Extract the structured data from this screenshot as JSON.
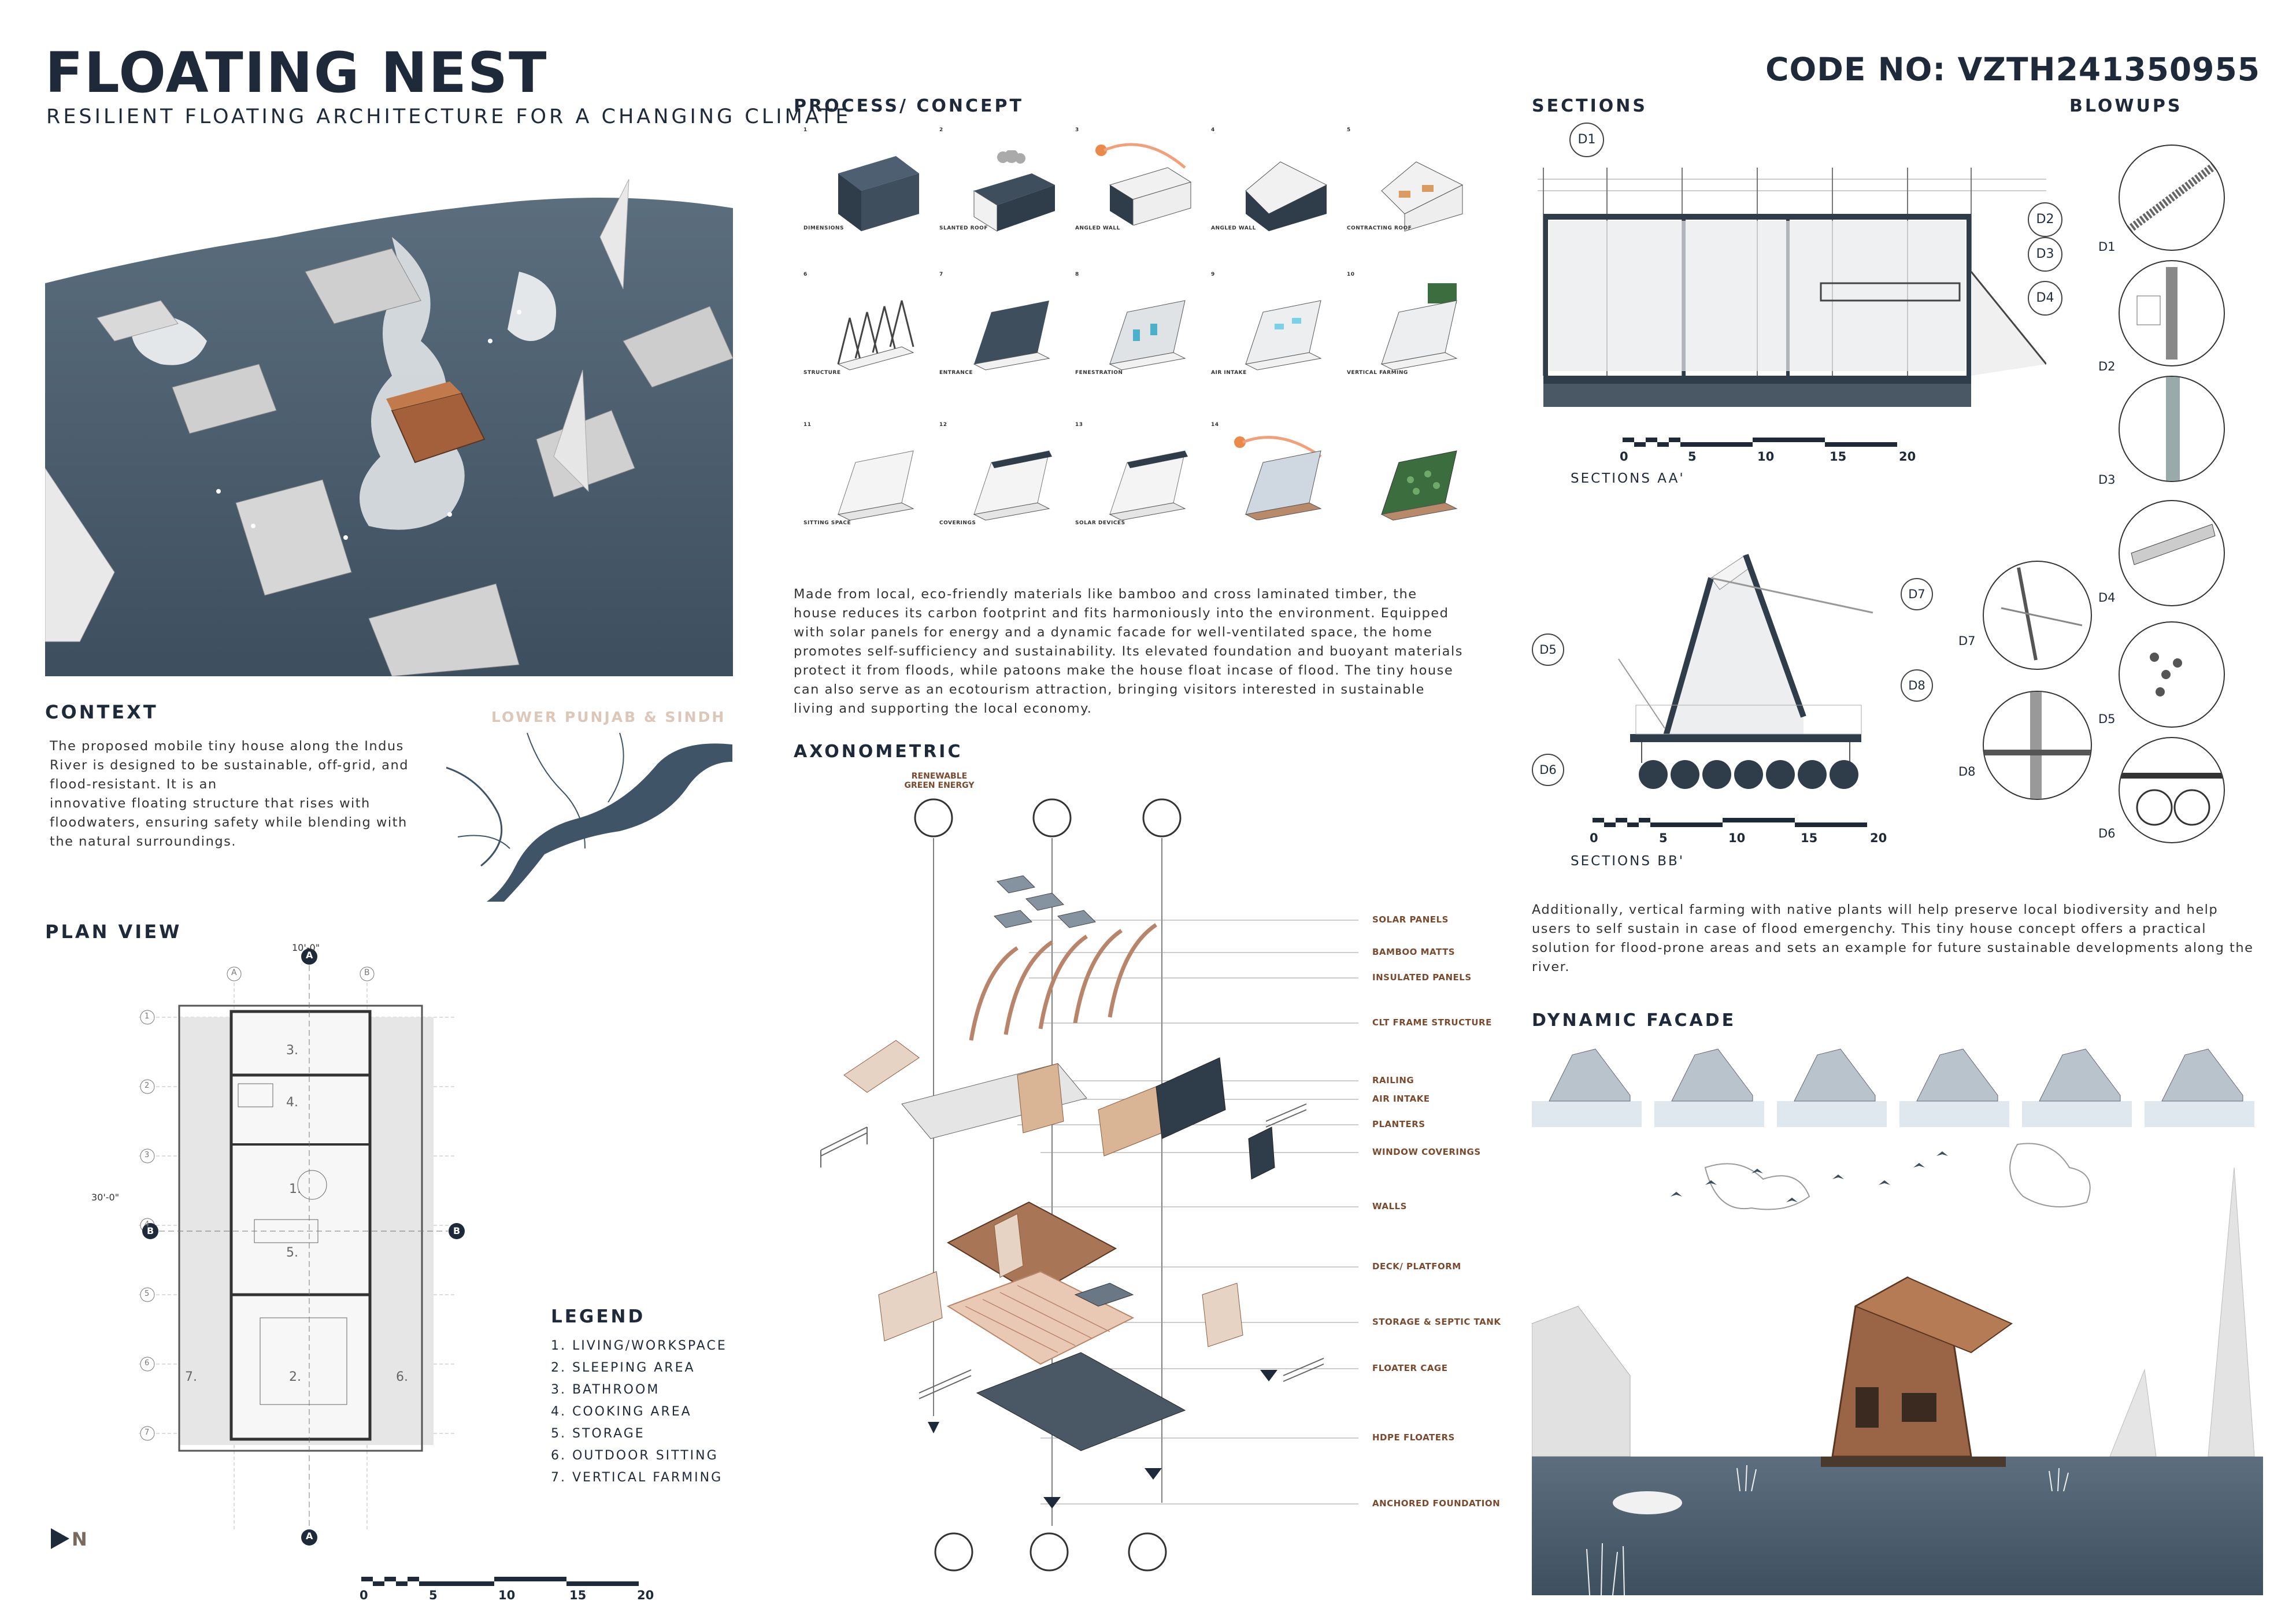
{
  "header": {
    "title": "FLOATING NEST",
    "subtitle": "RESILIENT FLOATING ARCHITECTURE FOR A CHANGING CLIMATE",
    "code": "CODE NO: VZTH241350955"
  },
  "context": {
    "heading": "CONTEXT",
    "text1": "The proposed mobile tiny house along the Indus River is designed to be sustainable, off-grid, and flood-resistant. It is an",
    "text2": "innovative floating structure that rises with floodwaters, ensuring safety while blending with the natural surroundings.",
    "map_label": "LOWER PUNJAB & SINDH"
  },
  "plan": {
    "heading": "PLAN VIEW",
    "width_dim": "10'-0\"",
    "length_dim": "30'-0\"",
    "grid_cols": [
      "A",
      "B"
    ],
    "grid_rows": [
      "1",
      "2",
      "3",
      "4",
      "5",
      "6",
      "7"
    ],
    "rooms": [
      "1.",
      "2.",
      "3.",
      "4.",
      "5.",
      "6.",
      "7."
    ],
    "section_marks": [
      "A",
      "B"
    ],
    "north": "N"
  },
  "legend": {
    "heading": "LEGEND",
    "items": [
      "1. LIVING/WORKSPACE",
      "2. SLEEPING AREA",
      "3. BATHROOM",
      "4. COOKING AREA",
      "5. STORAGE",
      "6. OUTDOOR SITTING",
      "7. VERTICAL FARMING"
    ]
  },
  "scale": {
    "ticks": [
      "0",
      "5",
      "10",
      "15",
      "20"
    ]
  },
  "process": {
    "heading": "PROCESS/ CONCEPT",
    "steps": [
      {
        "n": "1",
        "cap": "DIMENSIONS"
      },
      {
        "n": "2",
        "cap": "SLANTED ROOF"
      },
      {
        "n": "3",
        "cap": "ANGLED WALL"
      },
      {
        "n": "4",
        "cap": "ANGLED WALL"
      },
      {
        "n": "5",
        "cap": "CONTRACTING ROOF"
      },
      {
        "n": "6",
        "cap": "STRUCTURE"
      },
      {
        "n": "7",
        "cap": "ENTRANCE"
      },
      {
        "n": "8",
        "cap": "FENESTRATION"
      },
      {
        "n": "9",
        "cap": "AIR INTAKE"
      },
      {
        "n": "10",
        "cap": "VERTICAL FARMING"
      },
      {
        "n": "11",
        "cap": "SITTING SPACE"
      },
      {
        "n": "12",
        "cap": "COVERINGS"
      },
      {
        "n": "13",
        "cap": "SOLAR DEVICES"
      },
      {
        "n": "14",
        "cap": ""
      },
      {
        "n": "",
        "cap": ""
      }
    ],
    "paragraph": "Made from local, eco-friendly materials like bamboo and cross laminated timber, the house reduces its carbon footprint and fits harmoniously into the environment. Equipped with solar panels for energy and a dynamic facade for well-ventilated space, the home promotes self-sufficiency and sustainability. Its elevated foundation and buoyant materials protect it from floods, while patoons make the house float incase of flood. The tiny house can also serve as an ecotourism attraction, bringing visitors interested in sustainable living and supporting the local economy."
  },
  "axonometric": {
    "heading": "AXONOMETRIC",
    "top_label": "RENEWABLE GREEN ENERGY",
    "labels": [
      "SOLAR PANELS",
      "BAMBOO MATTS",
      "INSULATED PANELS",
      "CLT FRAME STRUCTURE",
      "RAILING",
      "AIR INTAKE",
      "PLANTERS",
      "WINDOW COVERINGS",
      "WALLS",
      "DECK/ PLATFORM",
      "STORAGE & SEPTIC TANK",
      "FLOATER CAGE",
      "HDPE FLOATERS",
      "ANCHORED FOUNDATION"
    ]
  },
  "sections": {
    "heading": "SECTIONS",
    "aa_label": "SECTIONS AA'",
    "bb_label": "SECTIONS BB'",
    "marks_aa": [
      "D1",
      "D2",
      "D3",
      "D4"
    ],
    "marks_bb": [
      "D5",
      "D6",
      "D7",
      "D8"
    ]
  },
  "blowups": {
    "heading": "BLOWUPS",
    "labels": [
      "D1",
      "D2",
      "D3",
      "D4",
      "D5",
      "D6",
      "D7",
      "D8"
    ]
  },
  "additional": {
    "paragraph": "Additionally, vertical farming with native plants will help preserve local biodiversity and help users to self sustain in case of flood emergenchy. This tiny house concept offers a practical solution for flood-prone areas and sets an example for future sustainable developments along the river."
  },
  "facade": {
    "heading": "DYNAMIC FACADE"
  },
  "colors": {
    "navy": "#1e2a3a",
    "water": "#4c5e6e",
    "timber": "#8a5a3c",
    "accent": "#e98a4a"
  }
}
